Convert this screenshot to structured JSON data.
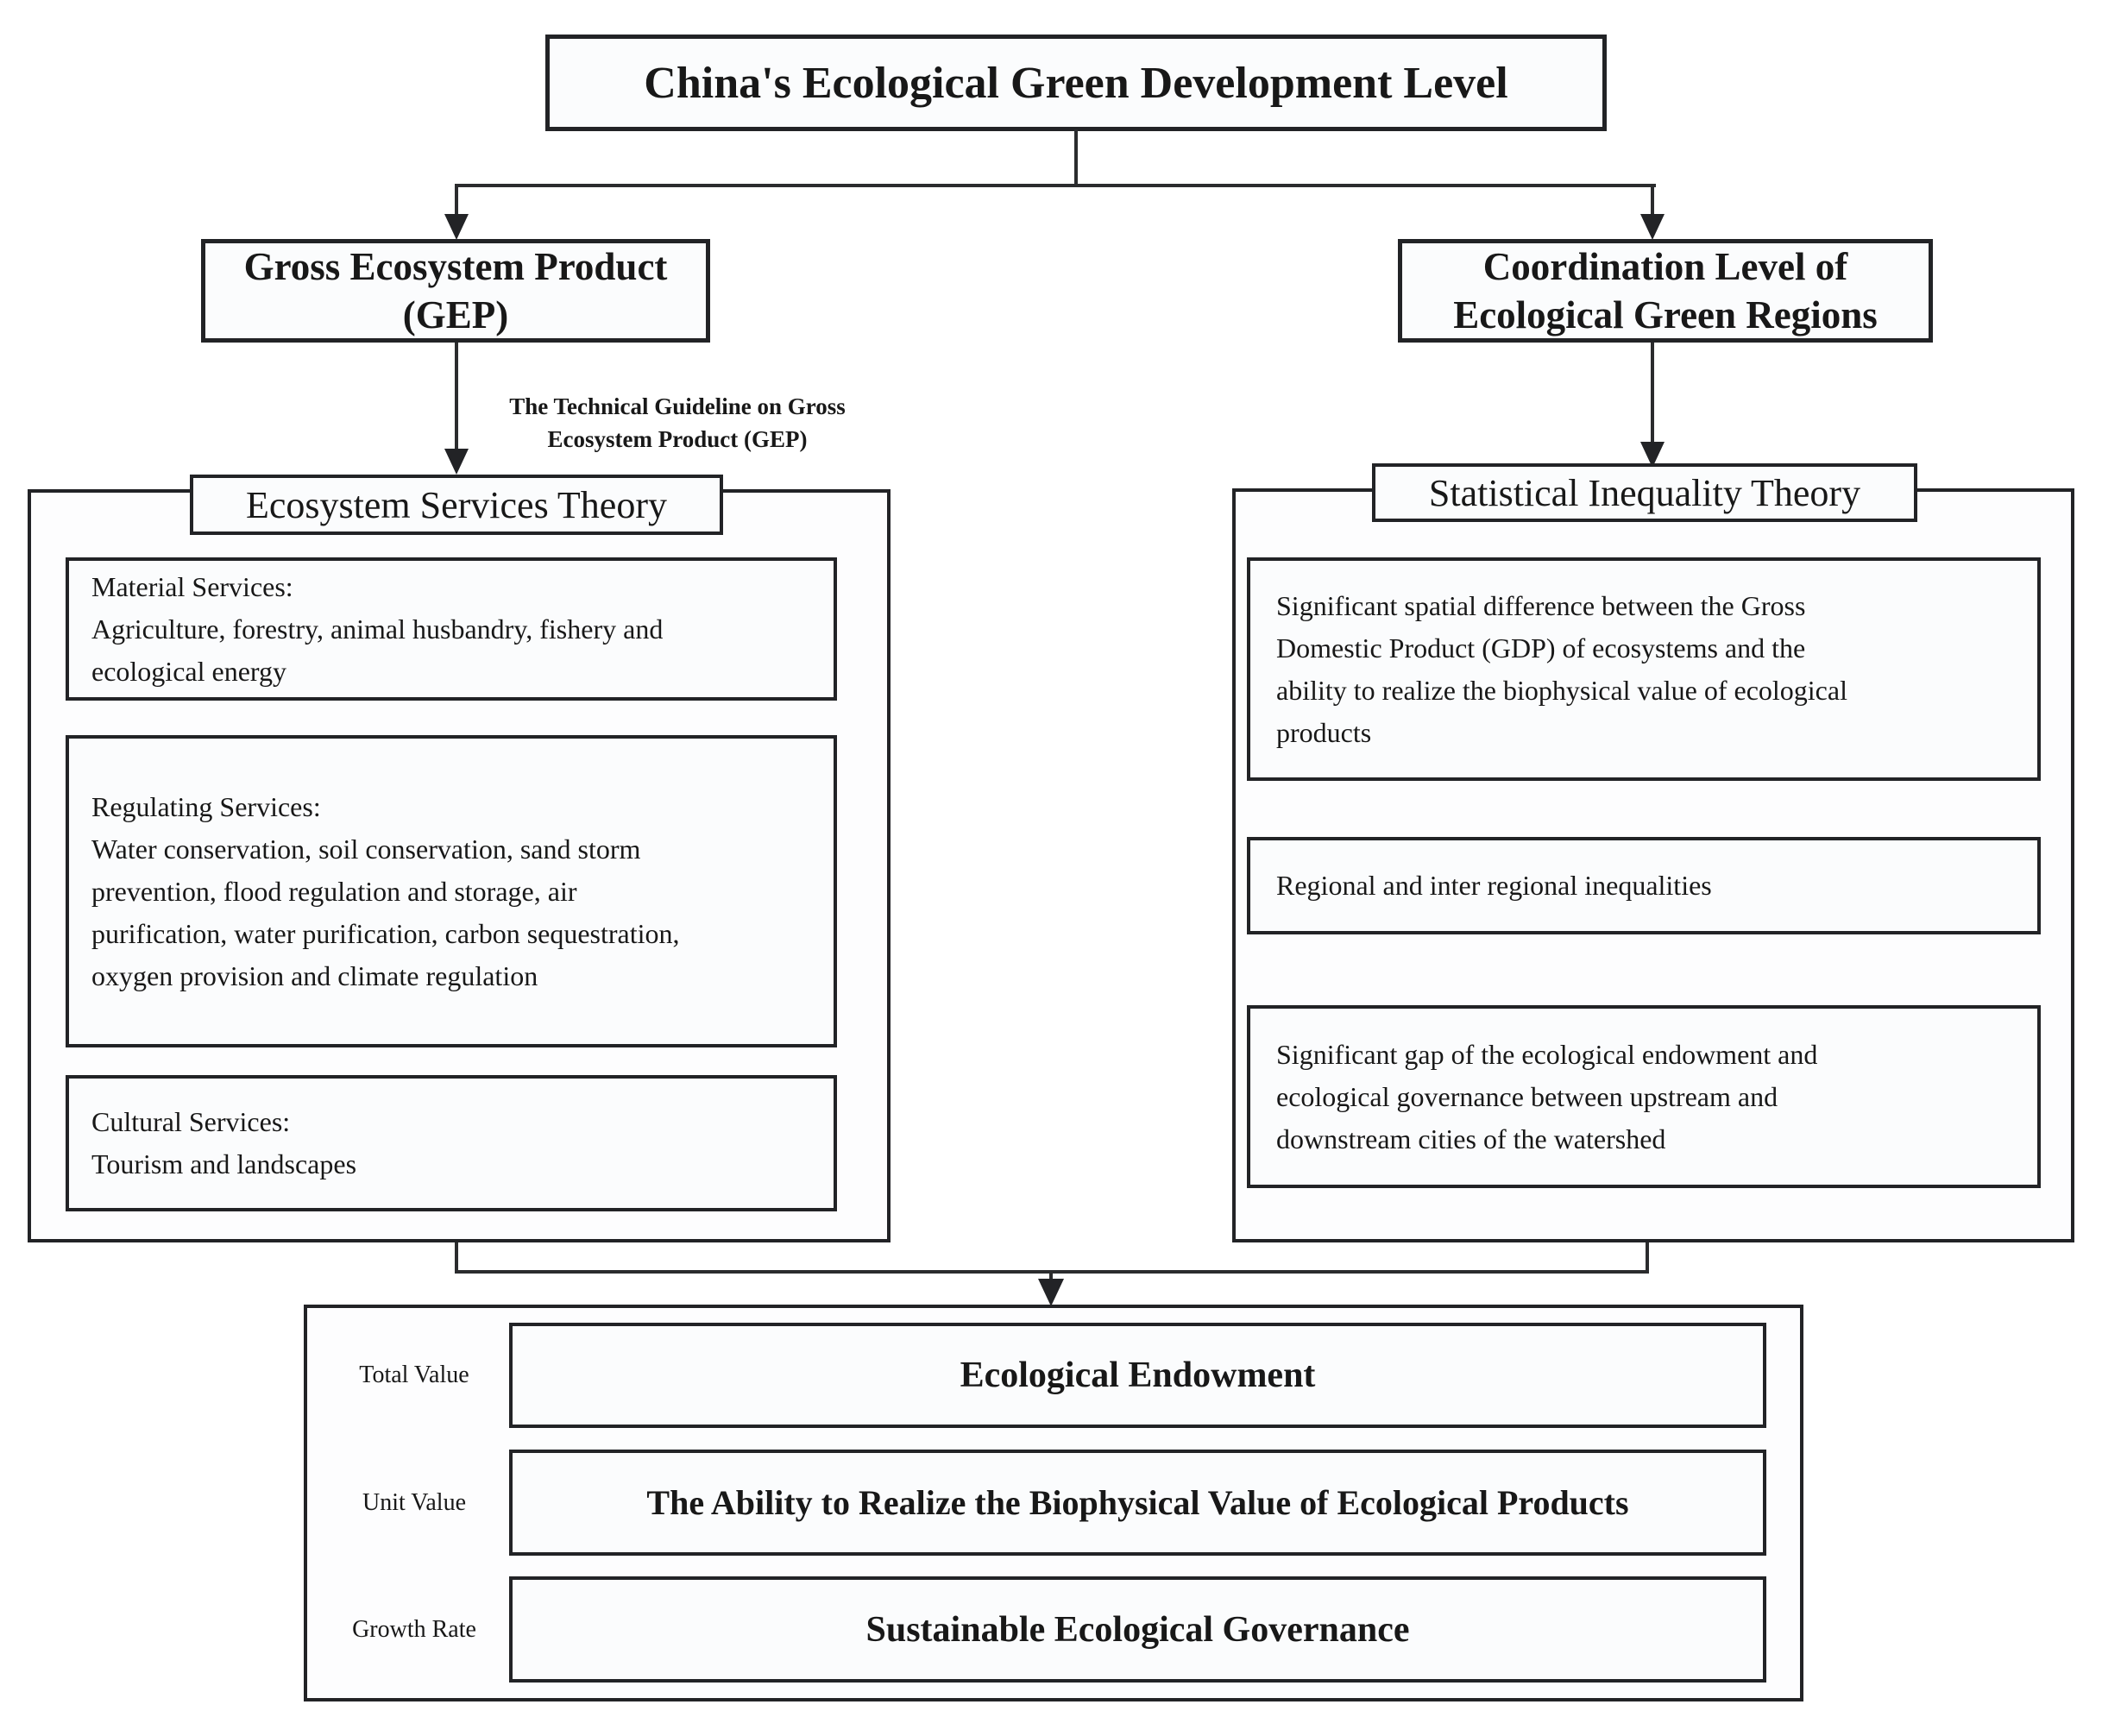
{
  "page": {
    "title": "China's Ecological Green Development Level"
  },
  "left": {
    "node": "Gross Ecosystem Product\n(GEP)",
    "arrow_label": "The Technical Guideline on Gross\nEcosystem Product (GEP)",
    "theory": "Ecosystem Services Theory",
    "items": [
      {
        "text": "Material Services:\nAgriculture, forestry, animal husbandry,  fishery and\necological energy"
      },
      {
        "text": "Regulating Services:\nWater conservation, soil conservation, sand storm\nprevention,  flood regulation and storage, air\npurification, water purification, carbon sequestration,\noxygen provision and climate regulation"
      },
      {
        "text": "Cultural Services:\nTourism and landscapes"
      }
    ]
  },
  "right": {
    "node": "Coordination Level of\nEcological Green Regions",
    "theory": "Statistical Inequality Theory",
    "items": [
      {
        "text": "Significant spatial difference between the Gross\nDomestic Product (GDP) of ecosystems and the\nability to realize the biophysical value of ecological\nproducts"
      },
      {
        "text": "Regional and inter regional inequalities"
      },
      {
        "text": "Significant gap of the ecological endowment and\necological governance between upstream and\ndownstream cities of the watershed"
      }
    ]
  },
  "bottom": {
    "rows": [
      {
        "label": "Total Value",
        "value": "Ecological Endowment"
      },
      {
        "label": "Unit Value",
        "value": "The Ability to Realize the Biophysical Value of Ecological Products"
      },
      {
        "label": "Growth Rate",
        "value": "Sustainable Ecological Governance"
      }
    ]
  },
  "colors": {
    "line": "#222326",
    "text": "#181818",
    "background": "#ffffff"
  }
}
